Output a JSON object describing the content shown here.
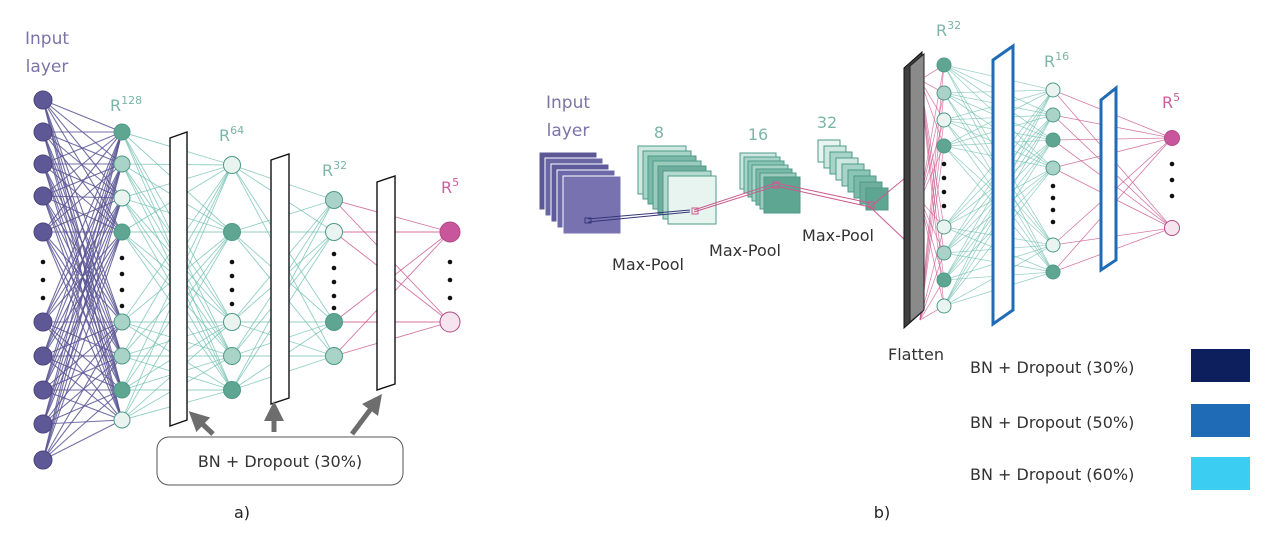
{
  "colors": {
    "input_node": "#5f5896",
    "input_edge": "#5b5694",
    "green_edge": "#6fbfae",
    "node_dark": "#5ea592",
    "node_mid": "#a9d3c7",
    "node_light": "#e9f4f0",
    "node_stroke": "#4f9a88",
    "pink_edge": "#cc5a8f",
    "output_node": "#c9559a",
    "output_light": "#f6e4ef",
    "bar_dark": "#0d1f5c",
    "bar_mid": "#1f6bb5",
    "bar_light": "#3ccdf2",
    "flatten": "#8a8a8a"
  },
  "panel_a": {
    "input_label_line1": "Input",
    "input_label_line2": "layer",
    "layer1_label": "R",
    "layer1_sup": "128",
    "layer2_label": "R",
    "layer2_sup": "64",
    "layer3_label": "R",
    "layer3_sup": "32",
    "output_label": "R",
    "output_sup": "5",
    "box_label": "BN + Dropout (30%)",
    "caption": "a)"
  },
  "panel_b": {
    "input_label_line1": "Input",
    "input_label_line2": "layer",
    "conv1_label": "8",
    "conv2_label": "16",
    "conv3_label": "32",
    "pool1_label": "Max-Pool",
    "pool2_label": "Max-Pool",
    "pool3_label": "Max-Pool",
    "flatten_label": "Flatten",
    "dense1_label": "R",
    "dense1_sup": "32",
    "dense2_label": "R",
    "dense2_sup": "16",
    "output_label": "R",
    "output_sup": "5",
    "caption": "b)"
  },
  "legend": [
    {
      "label": "BN + Dropout (30%)",
      "color": "#0d1f5c"
    },
    {
      "label": "BN + Dropout (50%)",
      "color": "#1f6bb5"
    },
    {
      "label": "BN + Dropout (60%)",
      "color": "#3ccdf2"
    }
  ]
}
